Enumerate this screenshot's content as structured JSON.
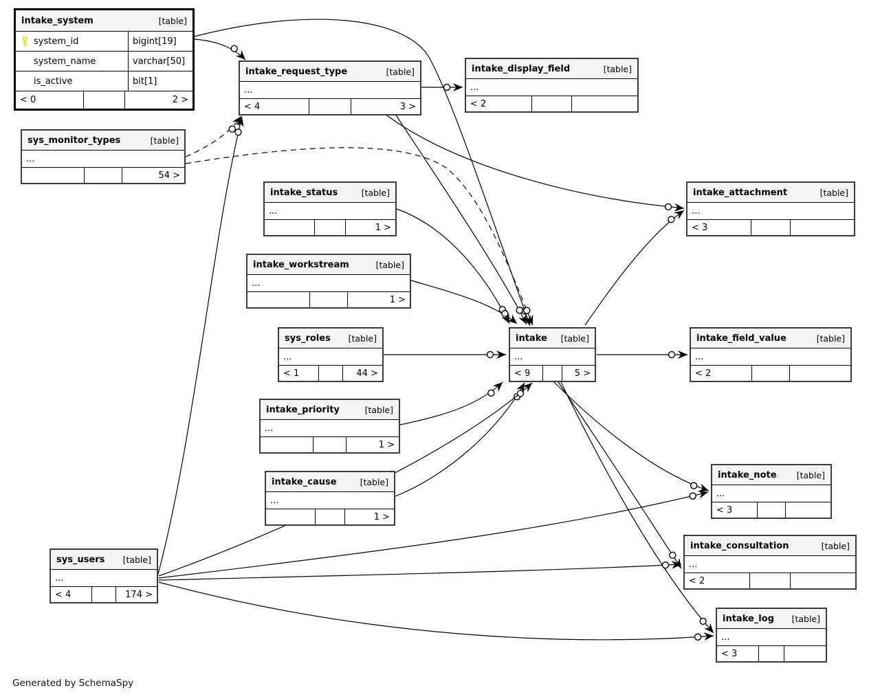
{
  "credit": "Generated by SchemaSpy",
  "colors": {
    "header_bg": "#f4f4f4",
    "line": "#000000",
    "key_icon": "#e8e800"
  },
  "tables": {
    "intake_system": {
      "name": "intake_system",
      "tag": "[table]",
      "columns": [
        {
          "key": true,
          "name": "system_id",
          "type": "bigint[19]"
        },
        {
          "key": false,
          "name": "system_name",
          "type": "varchar[50]"
        },
        {
          "key": false,
          "name": "is_active",
          "type": "bit[1]"
        }
      ],
      "footer": {
        "left": "< 0",
        "mid": "",
        "right": "2 >"
      }
    },
    "intake_request_type": {
      "name": "intake_request_type",
      "tag": "[table]",
      "ellipsis": "...",
      "footer": {
        "left": "< 4",
        "mid": "",
        "right": "3 >"
      }
    },
    "intake_display_field": {
      "name": "intake_display_field",
      "tag": "[table]",
      "ellipsis": "...",
      "footer": {
        "left": "< 2",
        "mid": "",
        "right": ""
      }
    },
    "sys_monitor_types": {
      "name": "sys_monitor_types",
      "tag": "[table]",
      "ellipsis": "...",
      "footer": {
        "left": "",
        "mid": "",
        "right": "54 >"
      }
    },
    "intake_status": {
      "name": "intake_status",
      "tag": "[table]",
      "ellipsis": "...",
      "footer": {
        "left": "",
        "mid": "",
        "right": "1 >"
      }
    },
    "intake_attachment": {
      "name": "intake_attachment",
      "tag": "[table]",
      "ellipsis": "...",
      "footer": {
        "left": "< 3",
        "mid": "",
        "right": ""
      }
    },
    "intake_workstream": {
      "name": "intake_workstream",
      "tag": "[table]",
      "ellipsis": "...",
      "footer": {
        "left": "",
        "mid": "",
        "right": "1 >"
      }
    },
    "sys_roles": {
      "name": "sys_roles",
      "tag": "[table]",
      "ellipsis": "...",
      "footer": {
        "left": "< 1",
        "mid": "",
        "right": "44 >"
      }
    },
    "intake": {
      "name": "intake",
      "tag": "[table]",
      "ellipsis": "...",
      "footer": {
        "left": "< 9",
        "mid": "",
        "right": "5 >"
      }
    },
    "intake_field_value": {
      "name": "intake_field_value",
      "tag": "[table]",
      "ellipsis": "...",
      "footer": {
        "left": "< 2",
        "mid": "",
        "right": ""
      }
    },
    "intake_priority": {
      "name": "intake_priority",
      "tag": "[table]",
      "ellipsis": "...",
      "footer": {
        "left": "",
        "mid": "",
        "right": "1 >"
      }
    },
    "intake_cause": {
      "name": "intake_cause",
      "tag": "[table]",
      "ellipsis": "...",
      "footer": {
        "left": "",
        "mid": "",
        "right": "1 >"
      }
    },
    "intake_note": {
      "name": "intake_note",
      "tag": "[table]",
      "ellipsis": "...",
      "footer": {
        "left": "< 3",
        "mid": "",
        "right": ""
      }
    },
    "sys_users": {
      "name": "sys_users",
      "tag": "[table]",
      "ellipsis": "...",
      "footer": {
        "left": "< 4",
        "mid": "",
        "right": "174 >"
      }
    },
    "intake_consultation": {
      "name": "intake_consultation",
      "tag": "[table]",
      "ellipsis": "...",
      "footer": {
        "left": "< 2",
        "mid": "",
        "right": ""
      }
    },
    "intake_log": {
      "name": "intake_log",
      "tag": "[table]",
      "ellipsis": "...",
      "footer": {
        "left": "< 3",
        "mid": "",
        "right": ""
      }
    }
  },
  "relationships": [
    {
      "from": "intake_system",
      "to": "intake_request_type",
      "style": "solid"
    },
    {
      "from": "intake_system",
      "to": "intake",
      "style": "solid"
    },
    {
      "from": "intake_request_type",
      "to": "intake_display_field",
      "style": "solid"
    },
    {
      "from": "intake_request_type",
      "to": "intake_attachment",
      "style": "solid"
    },
    {
      "from": "intake_request_type",
      "to": "intake",
      "style": "solid"
    },
    {
      "from": "sys_monitor_types",
      "to": "intake_request_type",
      "style": "dashed"
    },
    {
      "from": "sys_monitor_types",
      "to": "intake",
      "style": "dashed"
    },
    {
      "from": "intake_status",
      "to": "intake",
      "style": "solid"
    },
    {
      "from": "intake_workstream",
      "to": "intake",
      "style": "solid"
    },
    {
      "from": "sys_roles",
      "to": "intake",
      "style": "solid"
    },
    {
      "from": "intake_priority",
      "to": "intake",
      "style": "solid"
    },
    {
      "from": "intake_cause",
      "to": "intake",
      "style": "solid"
    },
    {
      "from": "intake",
      "to": "intake_attachment",
      "style": "solid"
    },
    {
      "from": "intake",
      "to": "intake_field_value",
      "style": "solid"
    },
    {
      "from": "intake",
      "to": "intake_note",
      "style": "solid"
    },
    {
      "from": "intake",
      "to": "intake_consultation",
      "style": "solid"
    },
    {
      "from": "intake",
      "to": "intake_log",
      "style": "solid"
    },
    {
      "from": "sys_users",
      "to": "intake_request_type",
      "style": "solid"
    },
    {
      "from": "sys_users",
      "to": "intake",
      "style": "solid"
    },
    {
      "from": "sys_users",
      "to": "intake_note",
      "style": "solid"
    },
    {
      "from": "sys_users",
      "to": "intake_consultation",
      "style": "solid"
    },
    {
      "from": "sys_users",
      "to": "intake_log",
      "style": "solid"
    }
  ]
}
